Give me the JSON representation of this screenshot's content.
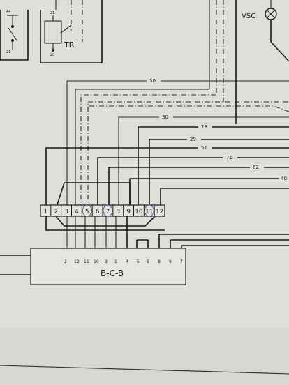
{
  "components": {
    "relay_tr": "TR",
    "vsc": "VSC",
    "bcb": "B-C-B"
  },
  "relay_pins": {
    "left_top": "44",
    "left_bottom": "21",
    "right_top": "21",
    "right_bottom": "20"
  },
  "wire_numbers": {
    "w50": "50",
    "w30": "30",
    "w28": "28",
    "w29": "29",
    "w51": "51",
    "w71": "71",
    "w62": "62",
    "w40": "40"
  },
  "connector_pins": [
    "1",
    "2",
    "3",
    "4",
    "5",
    "6",
    "7",
    "8",
    "9",
    "10",
    "11",
    "12"
  ],
  "bcb_pins": [
    "2",
    "12",
    "11",
    "10",
    "3",
    "1",
    "4",
    "5",
    "6",
    "8",
    "9",
    "7"
  ]
}
